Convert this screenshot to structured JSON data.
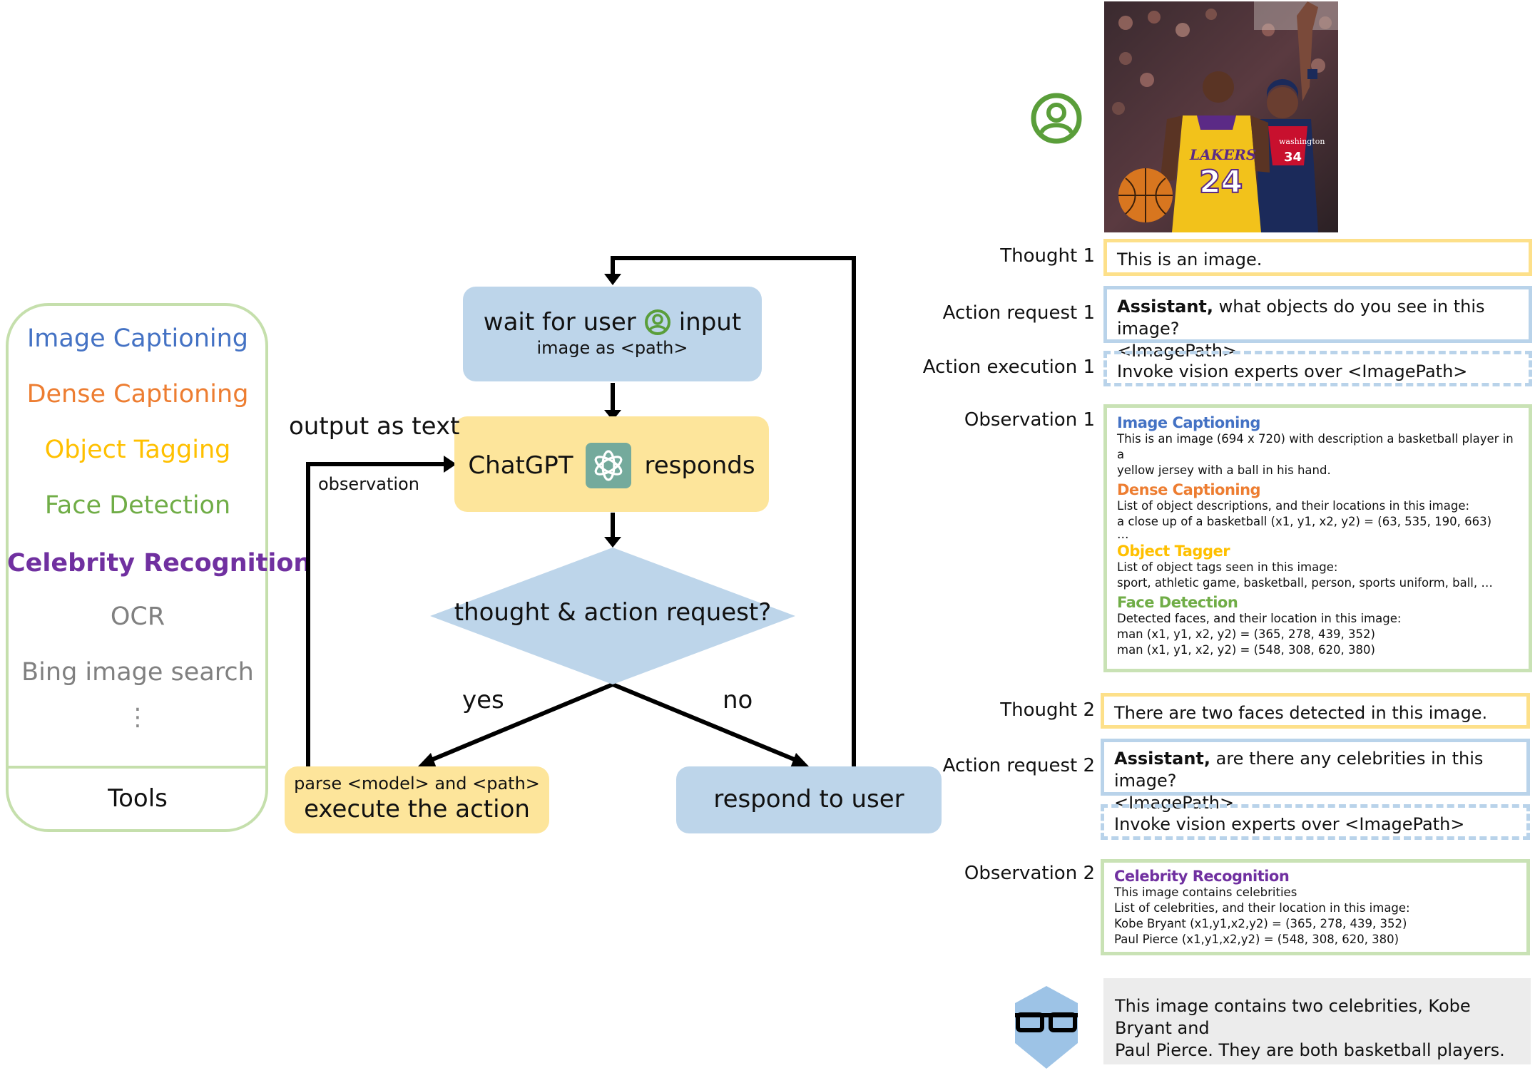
{
  "tools": {
    "items": [
      {
        "label": "Image Captioning",
        "color": "#4472c4"
      },
      {
        "label": "Dense Captioning",
        "color": "#ed7d31"
      },
      {
        "label": "Object Tagging",
        "color": "#ffc000"
      },
      {
        "label": "Face Detection",
        "color": "#70ad47"
      },
      {
        "label": "Celebrity Recognition",
        "color": "#7030a0"
      },
      {
        "label": "OCR",
        "color": "#808080"
      },
      {
        "label": "Bing image search",
        "color": "#808080"
      }
    ],
    "more": "⋮",
    "title": "Tools"
  },
  "flow": {
    "wait_line1_a": "wait for user",
    "wait_line1_b": "input",
    "wait_line2": "image as <path>",
    "chatgpt_a": "ChatGPT",
    "chatgpt_b": "responds",
    "decision": "thought & action request?",
    "parse_line1": "parse <model> and <path>",
    "parse_line2": "execute the action",
    "respond": "respond to user",
    "output_as_text": "output as text",
    "observation": "observation",
    "yes": "yes",
    "no": "no"
  },
  "colors": {
    "blue_box": "#bdd5ea",
    "yellow_box": "#fde59b",
    "green": "#5a9e3a",
    "openai_teal": "#74aa9c",
    "bot_blue": "#9dc3e6"
  },
  "trace": {
    "thought1_label": "Thought 1",
    "thought1": "This is an image.",
    "action_req1_label": "Action request 1",
    "action_req1_bold": "Assistant,",
    "action_req1_rest": " what objects do you see in this image?",
    "action_req1_path": "<ImagePath>",
    "action_exec1_label": "Action execution 1",
    "action_exec1": "Invoke vision experts over <ImagePath>",
    "obs1_label": "Observation 1",
    "obs1": [
      {
        "title": "Image Captioning",
        "color": "#4472c4",
        "lines": [
          "This is an image (694 x 720) with description a basketball player in a",
          "yellow jersey with a ball in his hand."
        ]
      },
      {
        "title": "Dense Captioning",
        "color": "#ed7d31",
        "lines": [
          "List of object descriptions, and their locations in this image:",
          "a close up of a basketball (x1, y1, x2, y2)  = (63, 535, 190, 663)",
          "…"
        ]
      },
      {
        "title": "Object Tagger",
        "color": "#ffc000",
        "lines": [
          "List of object tags seen in this image:",
          "sport, athletic game, basketball, person, sports uniform, ball, …"
        ]
      },
      {
        "title": "Face Detection",
        "color": "#70ad47",
        "lines": [
          "Detected faces, and their location in this image:",
          "man (x1, y1, x2, y2)  = (365, 278, 439, 352)",
          "man (x1, y1, x2, y2)  = (548, 308, 620, 380)"
        ]
      }
    ],
    "thought2_label": "Thought 2",
    "thought2": "There are two faces detected in this image.",
    "action_req2_label": "Action request 2",
    "action_req2_bold": "Assistant,",
    "action_req2_rest": " are there any celebrities in this image?",
    "action_req2_path": "<ImagePath>",
    "action_exec2": "Invoke vision experts over <ImagePath>",
    "obs2_label": "Observation 2",
    "obs2": [
      {
        "title": "Celebrity Recognition",
        "color": "#7030a0",
        "lines": [
          "This image contains celebrities",
          "List of celebrities, and their location in this image:",
          "Kobe Bryant (x1,y1,x2,y2) = (365, 278, 439, 352)",
          "Paul Pierce (x1,y1,x2,y2) = (548, 308, 620, 380)"
        ]
      }
    ],
    "answer_line1": "This image contains two celebrities, Kobe Bryant and",
    "answer_line2": "Paul Pierce. They are both basketball players."
  },
  "photo": {
    "jersey_team": "LAKERS",
    "jersey_number": "24",
    "opponent_jersey": "washington",
    "opponent_number": "34"
  }
}
